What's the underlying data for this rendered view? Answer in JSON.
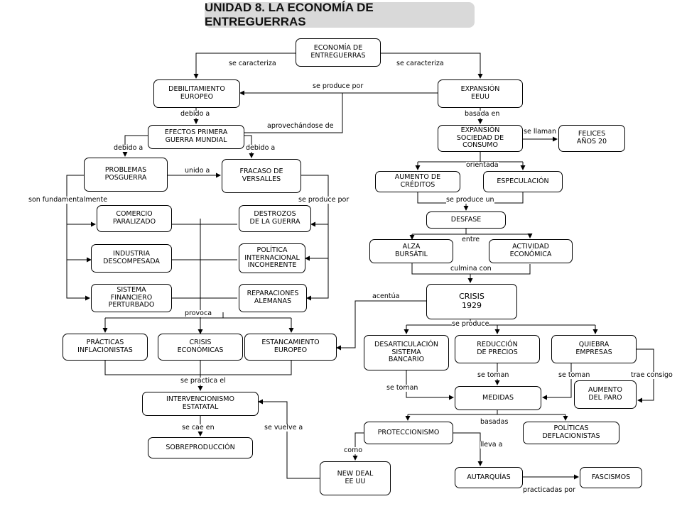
{
  "title": "UNIDAD 8. LA ECONOMÍA DE ENTREGUERRAS",
  "nodes": {
    "economia": "ECONOMÍA DE\nENTREGUERRAS",
    "debilitamiento": "DEBILITAMIENTO\nEUROPEO",
    "expansion_eeuu": "EXPANSIÓN\nEEUU",
    "efectos": "EFECTOS PRIMERA\nGUERRA MUNDIAL",
    "expansion_sociedad": "EXPANSIÓN\nSOCIEDAD DE\nCONSUMO",
    "felices": "FELICES\nAÑOS 20",
    "problemas": "PROBLEMAS\nPOSGUERRA",
    "fracaso": "FRACASO DE\nVERSALLES",
    "aumento_creditos": "AUMENTO DE\nCRÉDITOS",
    "especulacion": "ESPECULACIÓN",
    "comercio": "COMERCIO\nPARALIZADO",
    "destrozos": "DESTROZOS\nDE LA GUERRA",
    "desfase": "DESFASE",
    "industria": "INDUSTRIA\nDESCOMPESADA",
    "politica_int": "POLÍTICA\nINTERNACIONAL\nINCOHERENTE",
    "alza": "ALZA\nBURSÁTIL",
    "actividad": "ACTIVIDAD\nECONÓMICA",
    "sistema": "SISTEMA\nFINANCIERO\nPERTURBADO",
    "reparaciones": "REPARACIONES\nALEMANAS",
    "crisis1929": "CRISIS\n1929",
    "practicas": "PRÁCTICAS\nINFLACIONISTAS",
    "crisis_econ": "CRISIS\nECONÓMICAS",
    "estancamiento": "ESTANCAMIENTO\nEUROPEO",
    "desarticulacion": "DESARTICULACIÓN\nSISTEMA\nBANCARIO",
    "reduccion": "REDUCCIÓN\nDE PRECIOS",
    "quiebra": "QUIEBRA\nEMPRESAS",
    "aumento_paro": "AUMENTO\nDEL PARO",
    "intervencionismo": "INTERVENCIONISMO\nESTATATAL",
    "medidas": "MEDIDAS",
    "sobreproduccion": "SOBREPRODUCCIÓN",
    "proteccionismo": "PROTECCIONISMO",
    "politicas_defl": "POLÍTICAS\nDEFLACIONISTAS",
    "new_deal": "NEW DEAL\nEE UU",
    "autarquias": "AUTARQUÍAS",
    "fascismos": "FASCISMOS"
  },
  "labels": {
    "se_caracteriza_1": "se caracteriza",
    "se_caracteriza_2": "se caracteriza",
    "se_produce_por_1": "se produce por",
    "debido_a_1": "debido a",
    "basada_en": "basada en",
    "aprovechandose": "aprovechándose de",
    "se_llaman": "se llaman",
    "debido_a_2": "debido a",
    "debido_a_3": "debido a",
    "unido_a": "unido a",
    "orientada": "orientada",
    "son_fundamentalmente": "son fundamentalmente",
    "se_produce_por_2": "se produce por",
    "se_produce_un": "se produce un",
    "entre": "entre",
    "culmina_con": "culmina con",
    "acentua": "acentúa",
    "provoca": "provoca",
    "se_produce": "se produce",
    "se_toman_1": "se toman",
    "se_toman_2": "se toman",
    "trae_consigo": "trae consigo",
    "se_practica_el": "se practica el",
    "se_toman_3": "se toman",
    "basadas": "basadas",
    "se_cae_en": "se cae en",
    "se_vuelve_a": "se vuelve a",
    "lleva_a": "lleva a",
    "como": "como",
    "practicadas_por": "practicadas por"
  }
}
